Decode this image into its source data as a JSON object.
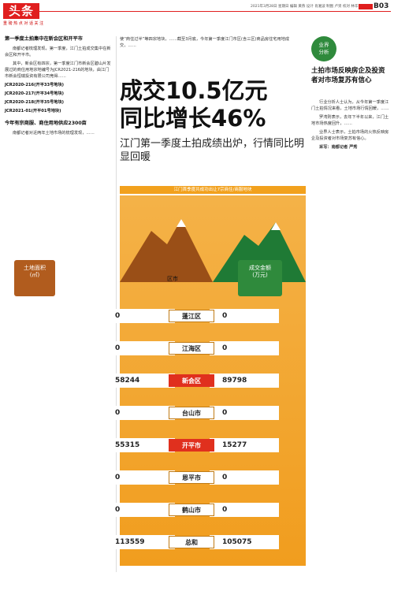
{
  "header": {
    "masthead": "头条",
    "slogan": "重 磅 热 点   对 话 关 注",
    "dateline": "2021年3月28日  星期日  编辑 黄燕  设计 肖湘波  制图 卢贤  校对 林华",
    "page_no": "B03"
  },
  "left_column": {
    "section1_title": "第一季度土拍集中在新会区和开平市",
    "paragraphs": [
      "南都记者梳理发现，第一季度，江门土拍成交集中在新会区和开平市。",
      "其中，新会区有四宗，第一季度江门市新会区碧山片发展过的商住用地宗地编号为JCR2021-216的地块，由江门市新会恒瑞投资有限公司竞得……"
    ],
    "projects": [
      "JCR2020-216(开平33号地块)",
      "JCR2020-217(开平34号地块)",
      "JCR2020-218(开平35号地块)",
      "JCR2021-01(开平01号地块)"
    ],
    "section2_title": "今年有宗商服、商住用地供应2300亩",
    "paragraphs2": [
      "南都记者对近两年土地市场的梳理发现，……"
    ]
  },
  "middle": {
    "top_text": "使“商住过半”等四宗地块，……截至3月底，今年第一季度江门市区(含三区)商品房住宅用地成交，……",
    "headline_line1": "成交10.5亿元",
    "headline_line2": "同比增长46%",
    "subhead": "江门第一季度土拍成绩出炉，行情同比明显回暖"
  },
  "infographic": {
    "band_title": "江门首季度共成功出让7宗商住/商服地块",
    "land_label": "土地面积\n(㎡)",
    "region_label": "区市",
    "deal_label": "成交金额\n(万元)",
    "rows": [
      {
        "area": "0",
        "region": "蓬江区",
        "amount": "0",
        "highlight": false
      },
      {
        "area": "0",
        "region": "江海区",
        "amount": "0",
        "highlight": false
      },
      {
        "area": "58244",
        "region": "新会区",
        "amount": "89798",
        "highlight": true
      },
      {
        "area": "0",
        "region": "台山市",
        "amount": "0",
        "highlight": false
      },
      {
        "area": "55315",
        "region": "开平市",
        "amount": "15277",
        "highlight": true
      },
      {
        "area": "0",
        "region": "恩平市",
        "amount": "0",
        "highlight": false
      },
      {
        "area": "0",
        "region": "鹤山市",
        "amount": "0",
        "highlight": false
      },
      {
        "area": "113559",
        "region": "总和",
        "amount": "105075",
        "highlight": false
      }
    ]
  },
  "right_column": {
    "badge": "业界\n分析",
    "title": "土拍市场反映房企及投资者对市场复苏有信心",
    "paragraphs": [
      "行业分析人士认为，从今年第一季度江门土拍情况来看，土地市场行情回暖，……",
      "罗湾则表示，去年下半年以来，江门土地市场热度回升，……",
      "业界人士表示，土拍市场的火热反映房企及投资者对市场复苏有信心。"
    ],
    "byline": "采写：南都记者 严秀"
  }
}
